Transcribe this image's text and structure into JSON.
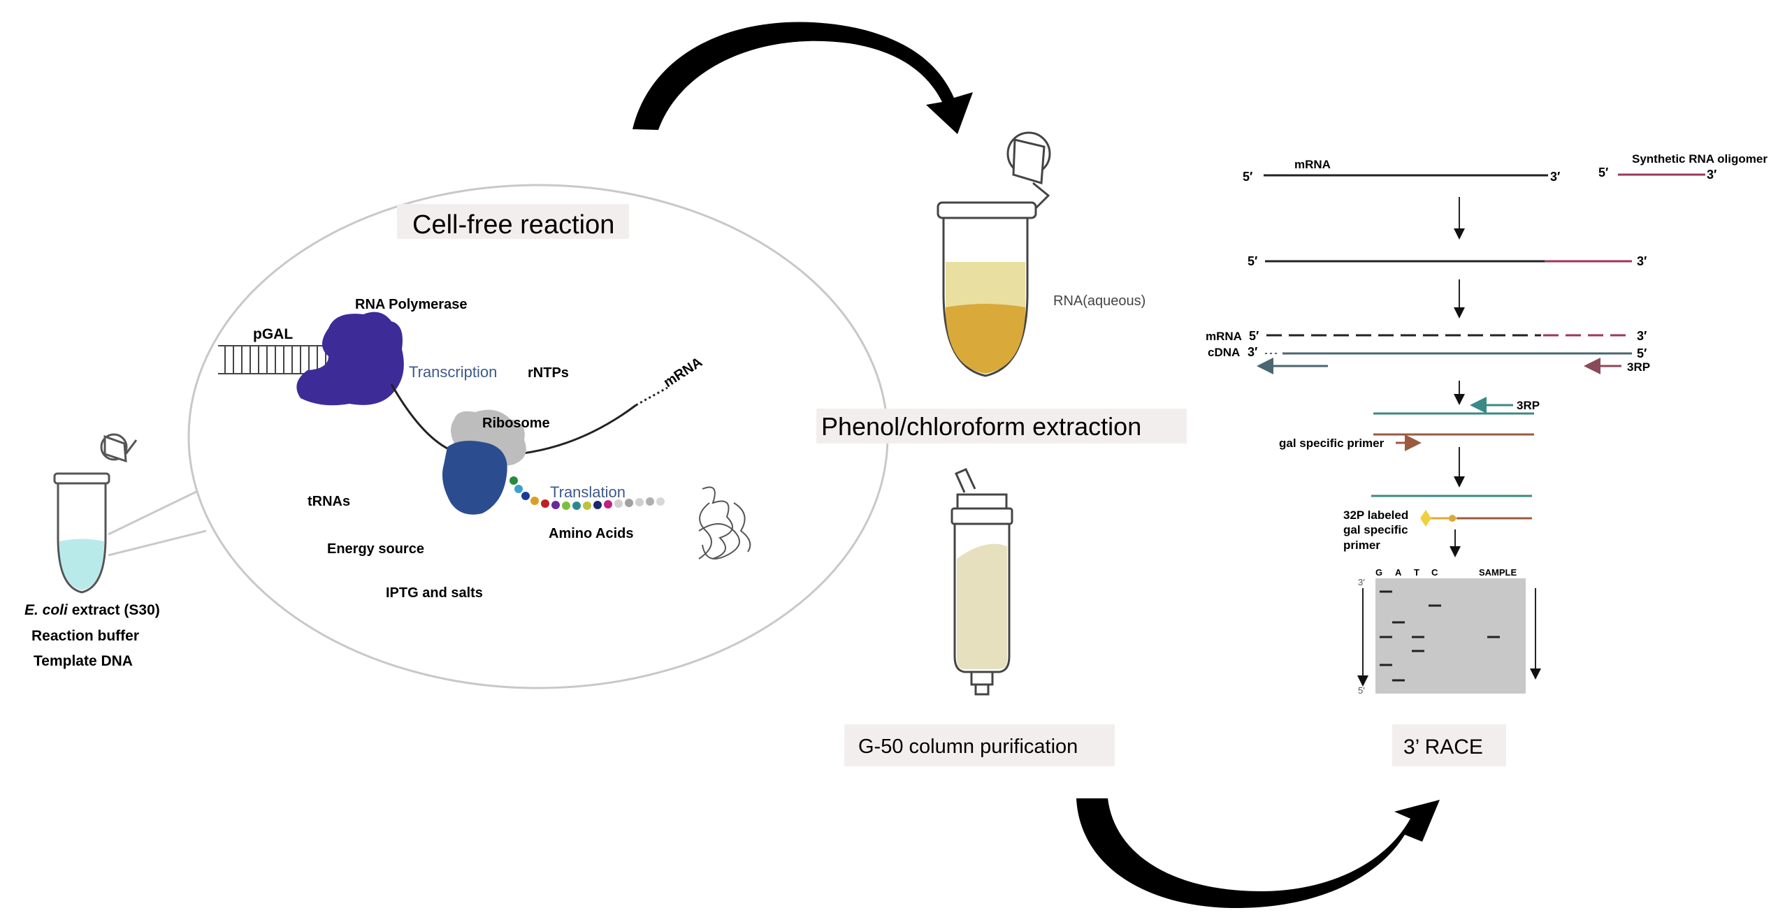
{
  "colors": {
    "tube_fill_blue": "#b9eaea",
    "tube_fill_gold": "#d9a93a",
    "tube_fill_pale": "#e9dfa0",
    "column_fill": "#e6e0bf",
    "polymerase": "#3d2b97",
    "ribosome_small": "#2b4d8f",
    "ribosome_large": "#bdbdbd",
    "label_blue": "#3d5a8a",
    "synthetic_rna": "#9e3657",
    "cdna_line": "#4a6670",
    "primer_teal": "#3a8a86",
    "primer_brown": "#9b5a40",
    "gel": "#c8c8c8",
    "label_box": "#f3eeee"
  },
  "cell_free": {
    "title": "Cell-free reaction",
    "pgal": "pGAL",
    "rna_polymerase": "RNA Polymerase",
    "transcription": "Transcription",
    "rntps": "rNTPs",
    "mrna": "mRNA",
    "ribosome": "Ribosome",
    "translation": "Translation",
    "amino_acids": "Amino Acids",
    "trnas": "tRNAs",
    "energy_source": "Energy source",
    "iptg_salts": "IPTG and salts"
  },
  "left_tube": {
    "line1_italic": "E. coli",
    "line1_rest": " extract (S30)",
    "line2": "Reaction buffer",
    "line3": "Template DNA"
  },
  "middle": {
    "rna_aqueous": "RNA(aqueous)",
    "phenol": "Phenol/chloroform extraction",
    "g50": "G-50 column purification"
  },
  "race": {
    "title": "3’ RACE",
    "mrna": "mRNA",
    "five_prime": "5′",
    "three_prime": "3′",
    "synthetic_oligomer": "Synthetic RNA oligomer",
    "mrna_label": "mRNA",
    "cdna_label": "cDNA",
    "three_rp": "3RP",
    "gal_specific_primer": "gal specific primer",
    "labeled_line1": "32P labeled",
    "labeled_line2": "gal specific",
    "labeled_line3": "primer",
    "lanes": [
      "G",
      "A",
      "T",
      "C"
    ],
    "sample": "SAMPLE",
    "gel_top": "3′",
    "gel_bottom": "5′"
  }
}
